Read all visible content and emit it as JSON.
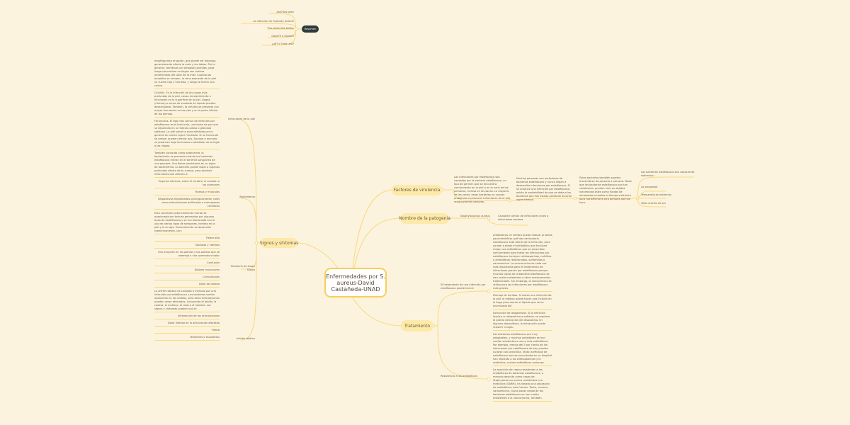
{
  "center": {
    "title": "Enfermedades por S. aureus-David Castañeda-UNAD"
  },
  "legend": {
    "title": "Resumen",
    "items": [
      "Ask?ñas gace",
      "La infección se ñuenaay oceane",
      "The wheel the better",
      "Good?ñ o Good?ñ",
      "¿ué? o ?ana ueo?"
    ]
  },
  "colors": {
    "background": "#fbf3dd",
    "branch": "#f8d980",
    "main_node": "#fde9a8",
    "legend_node": "#2f3a3a"
  },
  "branches": {
    "factores": {
      "label": "Factores de virulencia",
      "text1": "Las infecciones por estafilococo son causadas por la bacteria estafilococo, un tipo de germen que se encuentra comúnmente en la piel o en la nariz de las personas, incluso en las sanas. La mayoría de las veces, estas bacterias no causan problemas o provocan infecciones de la piel relativamente menores.",
      "text2": "Muchas personas son portadoras de bacterias estafilococo y nunca llegan a desarrollar infecciones por estafilococo. Si se produce una infección por estafilococo, existe la probabilidad de que se deba a las bacterias que has estado portando durante algún tiempo.",
      "text3": "Estas bacterias también pueden transmitirse de persona a persona. Dado que las bacterias estafilococo son tan resistentes, pueden vivir en objetos inanimados tales como fundas de almohadas o toallas el tiempo suficiente para transferirse a otra persona que las toca.",
      "items": [
        "Las bacterias estafilococo son capaces de sobrevivir:",
        "La sequedad",
        "Temperaturas extremas",
        "Altos niveles de sal"
      ]
    },
    "patogenia": {
      "label": "Nombre de la patogenia",
      "sub": "Staphylococcus aureus",
      "text": "Causante común de infecciones leves a infecciones severas"
    },
    "tratamiento": {
      "label": "Tratamiento",
      "sub1": "El tratamiento de una infección por estafilococo puede incluir:",
      "text1": "Antibióticos. El médico puede realizar pruebas para identificar qué tipo de bacteria estafilococo está detrás de la infección, para ayudar a elegir el antibiótico que funcione mejor. Los antibióticos que se prescriben comúnmente para tratar las infecciones por estafilococo incluyen cefalosporinas, nafcilina o antibióticos relacionados, sulfamidas o vancomicina. La vancomicina es cada vez más importante para el tratamiento de infecciones graves por estafilococo porque muchas cepas de la bacteria estafilococo se han vuelto resistentes a otros medicamentos tradicionales. Sin embargo, la vancomicina se utiliza para las infecciones por estafilococo más graves.",
      "text2": "Drenaje de heridas. Si sufres una infección de la piel, el médico puede hacer una incisión en la llaga para drenar el líquido que se ha acumulado allí.",
      "text3": "Extracción de dispositivos. Si la infección implica un dispositivo o prótesis, se requiere la pronta extracción del dispositivo. En algunos dispositivos, la extracción puede requerir cirugía.",
      "sub2": "Resistencia a los antibióticos",
      "text4": "Las bacterias estafilococo son muy adaptables, y muchas variedades se han vuelto resistentes a uno o más antibióticos. Por ejemplo, menos del 5 por ciento de las infecciones por estafilococo de hoy pueden curarse con penicilina. Tanto la eficacia de estafilococo que se encontraba en un hospital han resistido a las cefalosporinas y la meticilina, a otros antibióticos comunes.",
      "text5": "La aparición de cepas resistentes a los antibióticos de bacterias estafilococo, a menudo descrita como cepas de Staphylococcus aureus resistentes a la meticilina (SARM), ha llevado a la utilización de antibióticos más fuertes. Tanto, como la vancomicina, cuyos pocas cepas de las bacterias estafilococo se han vuelto resistentes a la vancomicina, también."
    },
    "signos": {
      "label": "Signos y síntomas",
      "piel": {
        "label": "Infecciones de la piel",
        "t1": "Impétigo esta erupción, que puede ser dolorosa, generalmente afecta la nariz y los labios. Por lo general, comienza con ampollas grandes, para luego convertirse en llagas con costras amarillentas del color de la miel. Cuando las ampollas se rompen, la zona expuesta de la piel se vuelve roja y húmeda, y luego se forma una costra.",
        "t2": "Celulitis. Es la infección de las capas más profundas de la piel, causa enrojecimiento e hinchazón en la superficie de la piel. Llagas (úlceras) o zonas de exudado de líquido pueden desarrollarse. También, la celulitis se presenta con mayor frecuencia en los pies y en la parte inferior de las piernas.",
        "t3": "Forúnculos. El tipo más común de infección por estafilococo es el forúnculo, una bolsa de pus que se desarrolla en un folículo piloso o glándula sebácea. La piel sobre la zona afectada por lo general se vuelve roja e hinchada. Si un forúnculo se rompe, pueden drenar pus. Aunque a menudo se producen bajo los brazos o alrededor de la ingle o las nalgas."
      },
      "bacteriemia": {
        "label": "Bacteriemia",
        "t1": "También conocida como septicemia, la bacteriemia se presenta cuando las bacterias estafilococo entran en el torrente sanguíneo de una persona. Una fiebre persistente es un signo de bacteriemia. La bacteria puede viajar a órganos profundos dentro de tu cuerpo, para producir infecciones que afectan a:",
        "items": [
          "Órganos internos, como el cerebro, el corazón o los pulmones",
          "Huesos y músculos",
          "Dispositivos implantados quirúrgicamente, tales como articulaciones artificiales o marcapasos cardíacos"
        ]
      },
      "shock": {
        "label": "Síndrome de shock tóxico",
        "t1": "Esta condición potencialmente mortal es ocasionada por toxinas generadas por algunos tipos de estafilococo y se ha relacionado con el uso de ciertos tipos de tampones, heridas en la piel y la cirugía. Generalmente se desarrolla repentinamente, con:",
        "items": [
          "Fiebre alta",
          "Náuseas y vómitos",
          "Una erupción en las palmas y las plantas que se asemeja a una quemadura solar",
          "Confusión",
          "Dolores musculares",
          "Convulsiones",
          "Dolor de cabeza"
        ]
      },
      "artritis": {
        "label": "Artritis séptica",
        "t1": "La artritis séptica es causada a menudo por una infección por estafilococo. Las bacterias suelen localizarse en las rodillas, pero otras articulaciones pueden verse afectadas, incluyendo el tobillo, la cadera, la muñeca, el codo o el hombro. Los signos y síntomas pueden incluir:",
        "items": [
          "Inflamación de las articulaciones",
          "Dolor intenso en la articulación afectada",
          "Fiebre",
          "Temblores o escalofríos"
        ]
      }
    }
  }
}
